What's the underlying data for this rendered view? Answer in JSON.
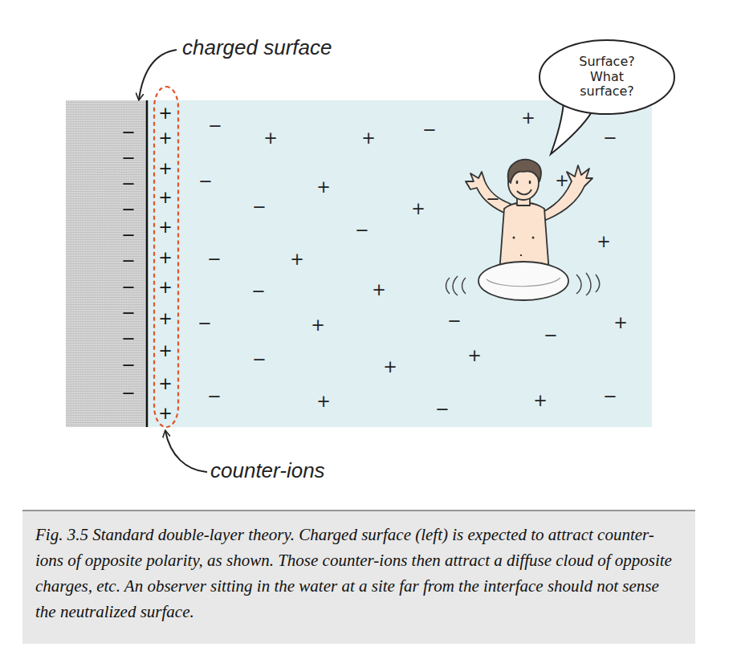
{
  "diagram": {
    "caption": "Fig. 3.5 Standard double-layer theory. Charged surface (left) is expected to attract counter-ions of opposite polarity, as shown. Those counter-ions then attract a diffuse cloud of opposite charges, etc. An observer sitting in the water at a site far from the interface should not sense the neutralized surface.",
    "nodes": [
      {
        "text": [
          "Surface? What surface?"
        ]
      }
    ],
    "labels": [
      "charged surface",
      "counter-ions",
      "−",
      "−",
      "−",
      "−",
      "−",
      "−",
      "−",
      "−",
      "−",
      "−",
      "−",
      "+",
      "+",
      "+",
      "+",
      "+",
      "+",
      "+",
      "+",
      "+",
      "+",
      "+",
      "−",
      "−",
      "−",
      "−",
      "−",
      "−",
      "−",
      "−",
      "−",
      "−",
      "−",
      "−",
      "−",
      "−",
      "−",
      "−",
      "+",
      "+",
      "+",
      "+",
      "+",
      "+",
      "+",
      "+",
      "+",
      "+",
      "+",
      "+",
      "+",
      "+",
      "+"
    ]
  }
}
